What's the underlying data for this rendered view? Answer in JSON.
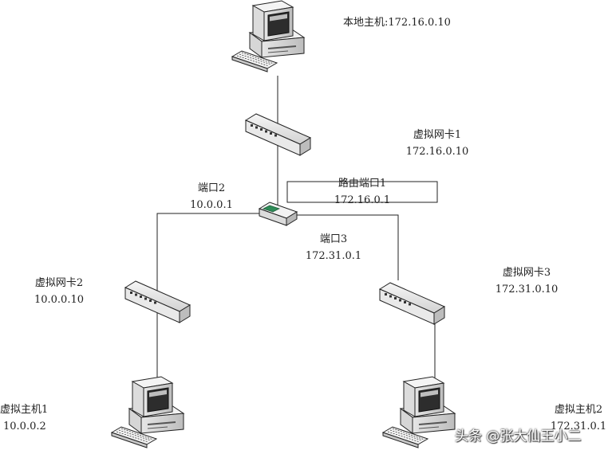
{
  "labels": {
    "local_host": "本地主机:172.16.0.10",
    "vnic1": {
      "name": "虚拟网卡1",
      "ip": "172.16.0.10"
    },
    "router_port1": {
      "name": "路由端口1",
      "ip": "172.16.0.1"
    },
    "port2": {
      "name": "端口2",
      "ip": "10.0.0.1"
    },
    "port3": {
      "name": "端口3",
      "ip": "172.31.0.1"
    },
    "vnic2": {
      "name": "虚拟网卡2",
      "ip": "10.0.0.10"
    },
    "vnic3": {
      "name": "虚拟网卡3",
      "ip": "172.31.0.10"
    },
    "vhost1": {
      "name": "虚拟主机1",
      "ip": "10.0.0.2"
    },
    "vhost2": {
      "name": "虚拟主机2",
      "ip": "172.31.0.1"
    }
  },
  "watermark": "头条 @张大仙王小二",
  "colors": {
    "line": "#222222",
    "device_fill": "#eeeeee",
    "screen": "#2d2d2d",
    "router_light": "#2e8b57"
  }
}
